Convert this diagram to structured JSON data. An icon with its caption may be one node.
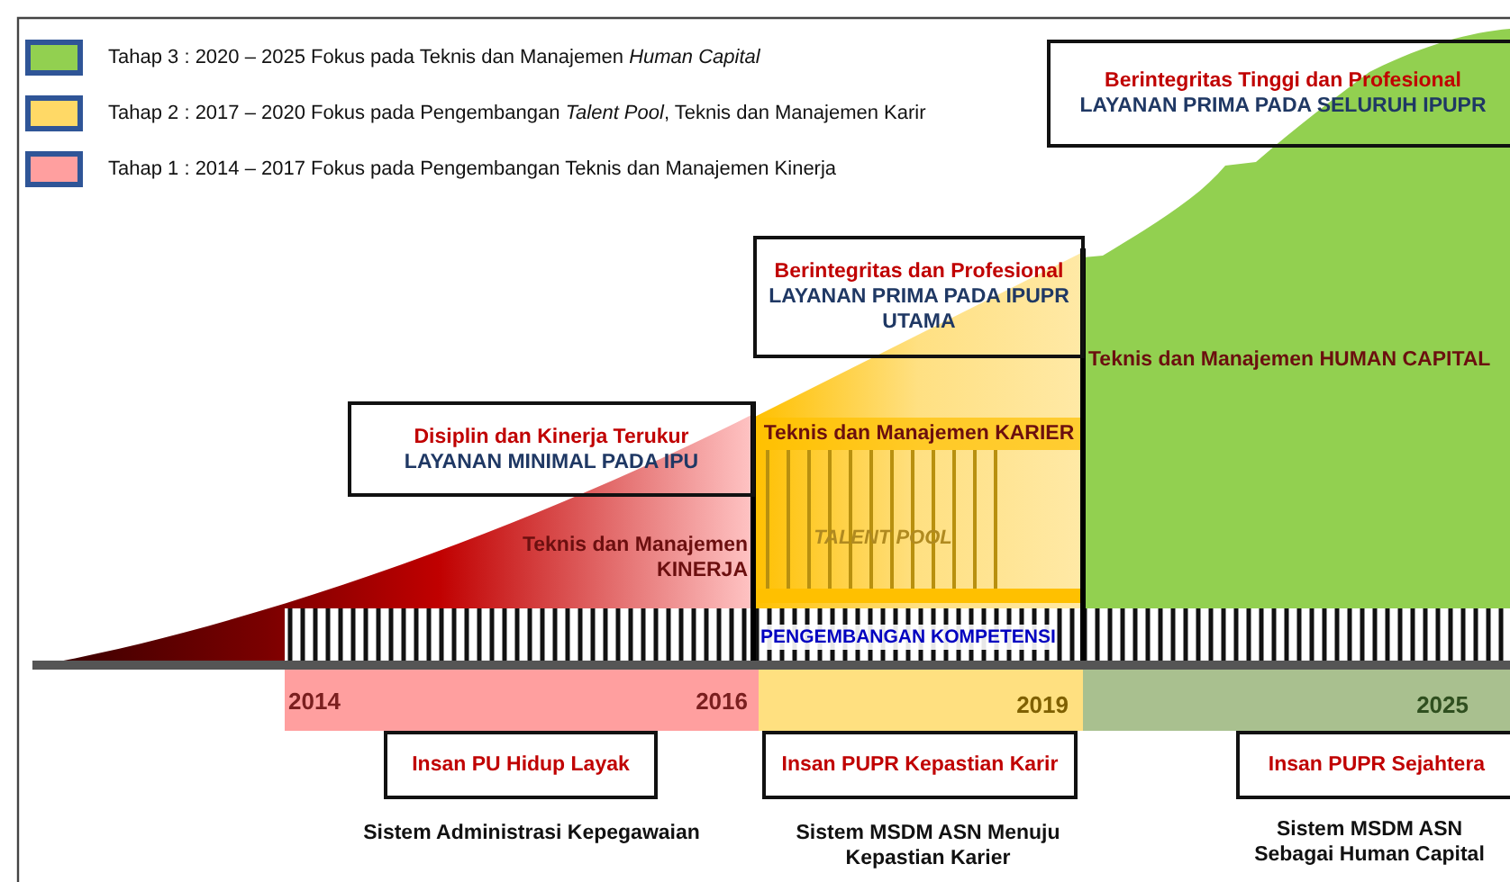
{
  "diagram": {
    "nodes": [
      {
        "text": [
          "Disiplin dan Kinerja Terukur",
          "LAYANAN MINIMAL PADA IPU"
        ]
      },
      {
        "text": [
          "Berintegritas dan Profesional",
          "LAYANAN PRIMA PADA IPUPR UTAMA"
        ]
      },
      {
        "text": [
          "Berintegritas Tinggi dan Profesional",
          "LAYANAN PRIMA PADA SELURUH IPUPR"
        ]
      },
      {
        "text": [
          "Insan PU Hidup Layak"
        ]
      },
      {
        "text": [
          "Insan PUPR Kepastian Karir"
        ]
      },
      {
        "text": [
          "Insan PUPR Sejahtera"
        ]
      }
    ],
    "labels": [
      "Teknis dan Manajemen HUMAN CAPITAL",
      "Teknis dan Manajemen KARIER",
      "TALENT POOL",
      "Teknis dan Manajemen KINERJA",
      "PENGEMBANGAN KOMPETENSI",
      "2014",
      "2016",
      "2019",
      "2025",
      "Sistem Administrasi Kepegawaian",
      "Sistem MSDM ASN Menuju Kepastian Karier",
      "Sistem MSDM ASN Sebagai Human Capital"
    ],
    "legend": [
      {
        "text": "Tahap 3 : 2020 – 2025 Fokus pada Teknis dan Manajemen *Human Capital*",
        "color": "#92d050"
      },
      {
        "text": "Tahap 2 : 2017 – 2020 Fokus pada Pengembangan *Talent Pool*, Teknis dan Manajemen Karir",
        "color": "#ffd966"
      },
      {
        "text": "Tahap 1 : 2014 – 2017 Fokus pada Pengembangan Teknis dan Manajemen Kinerja",
        "color": "#ff9f9f"
      }
    ]
  }
}
